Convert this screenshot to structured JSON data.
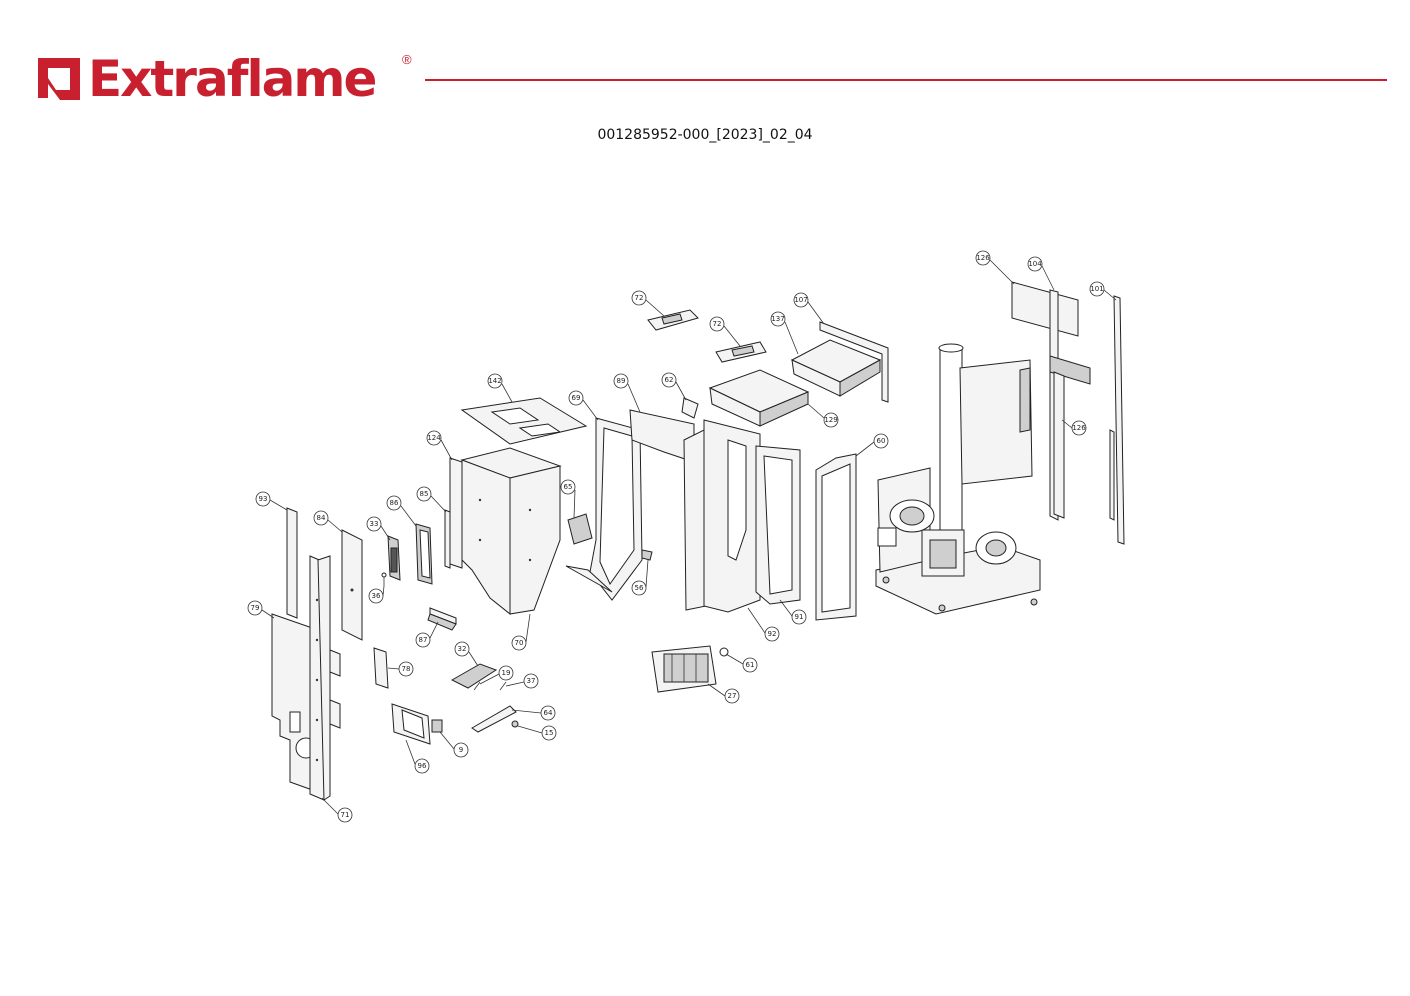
{
  "brand": {
    "name": "Extraflame",
    "reg_mark": "®",
    "color": "#c8202f"
  },
  "document": {
    "code": "001285952-000_[2023]_02_04"
  },
  "callouts": [
    "93",
    "84",
    "33",
    "36",
    "86",
    "85",
    "124",
    "142",
    "69",
    "65",
    "89",
    "62",
    "72",
    "72",
    "107",
    "137",
    "129",
    "60",
    "126",
    "104",
    "101",
    "126",
    "79",
    "71",
    "78",
    "96",
    "87",
    "70",
    "32",
    "19",
    "37",
    "64",
    "15",
    "9",
    "56",
    "27",
    "61",
    "92",
    "91"
  ]
}
